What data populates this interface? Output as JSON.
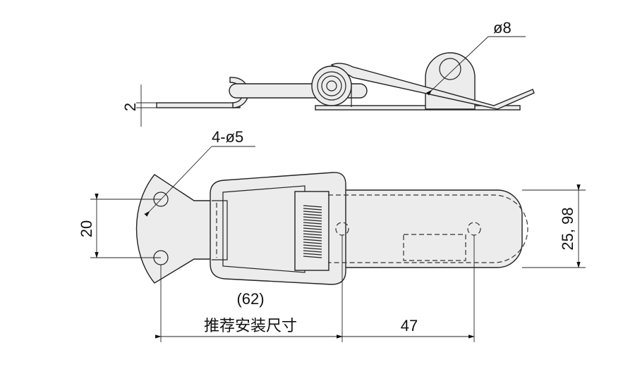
{
  "labels": {
    "hole_dia": "ø8",
    "thickness": "2",
    "mount_holes": "4-ø5",
    "hole_spacing_v": "20",
    "width": "25, 98",
    "overall": "(62)",
    "recommended": "推荐安装尺寸",
    "spacing_h": "47"
  },
  "colors": {
    "fill": "#ececec",
    "line": "#222222"
  }
}
